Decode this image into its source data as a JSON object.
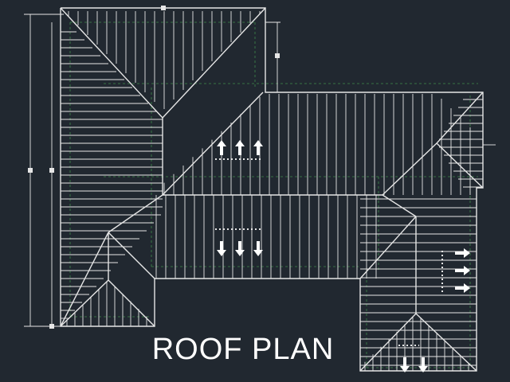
{
  "drawing": {
    "title": "ROOF PLAN",
    "colors": {
      "background": "#212830",
      "linework": "#e6e6e6",
      "hidden_lines": "#3f8a4c",
      "arrows": "#ffffff"
    },
    "slope_arrow_groups": [
      {
        "name": "up",
        "direction": "up",
        "count": 3
      },
      {
        "name": "down",
        "direction": "down",
        "count": 3
      },
      {
        "name": "right",
        "direction": "right",
        "count": 3
      },
      {
        "name": "bottom",
        "direction": "down",
        "count": 2
      }
    ]
  }
}
